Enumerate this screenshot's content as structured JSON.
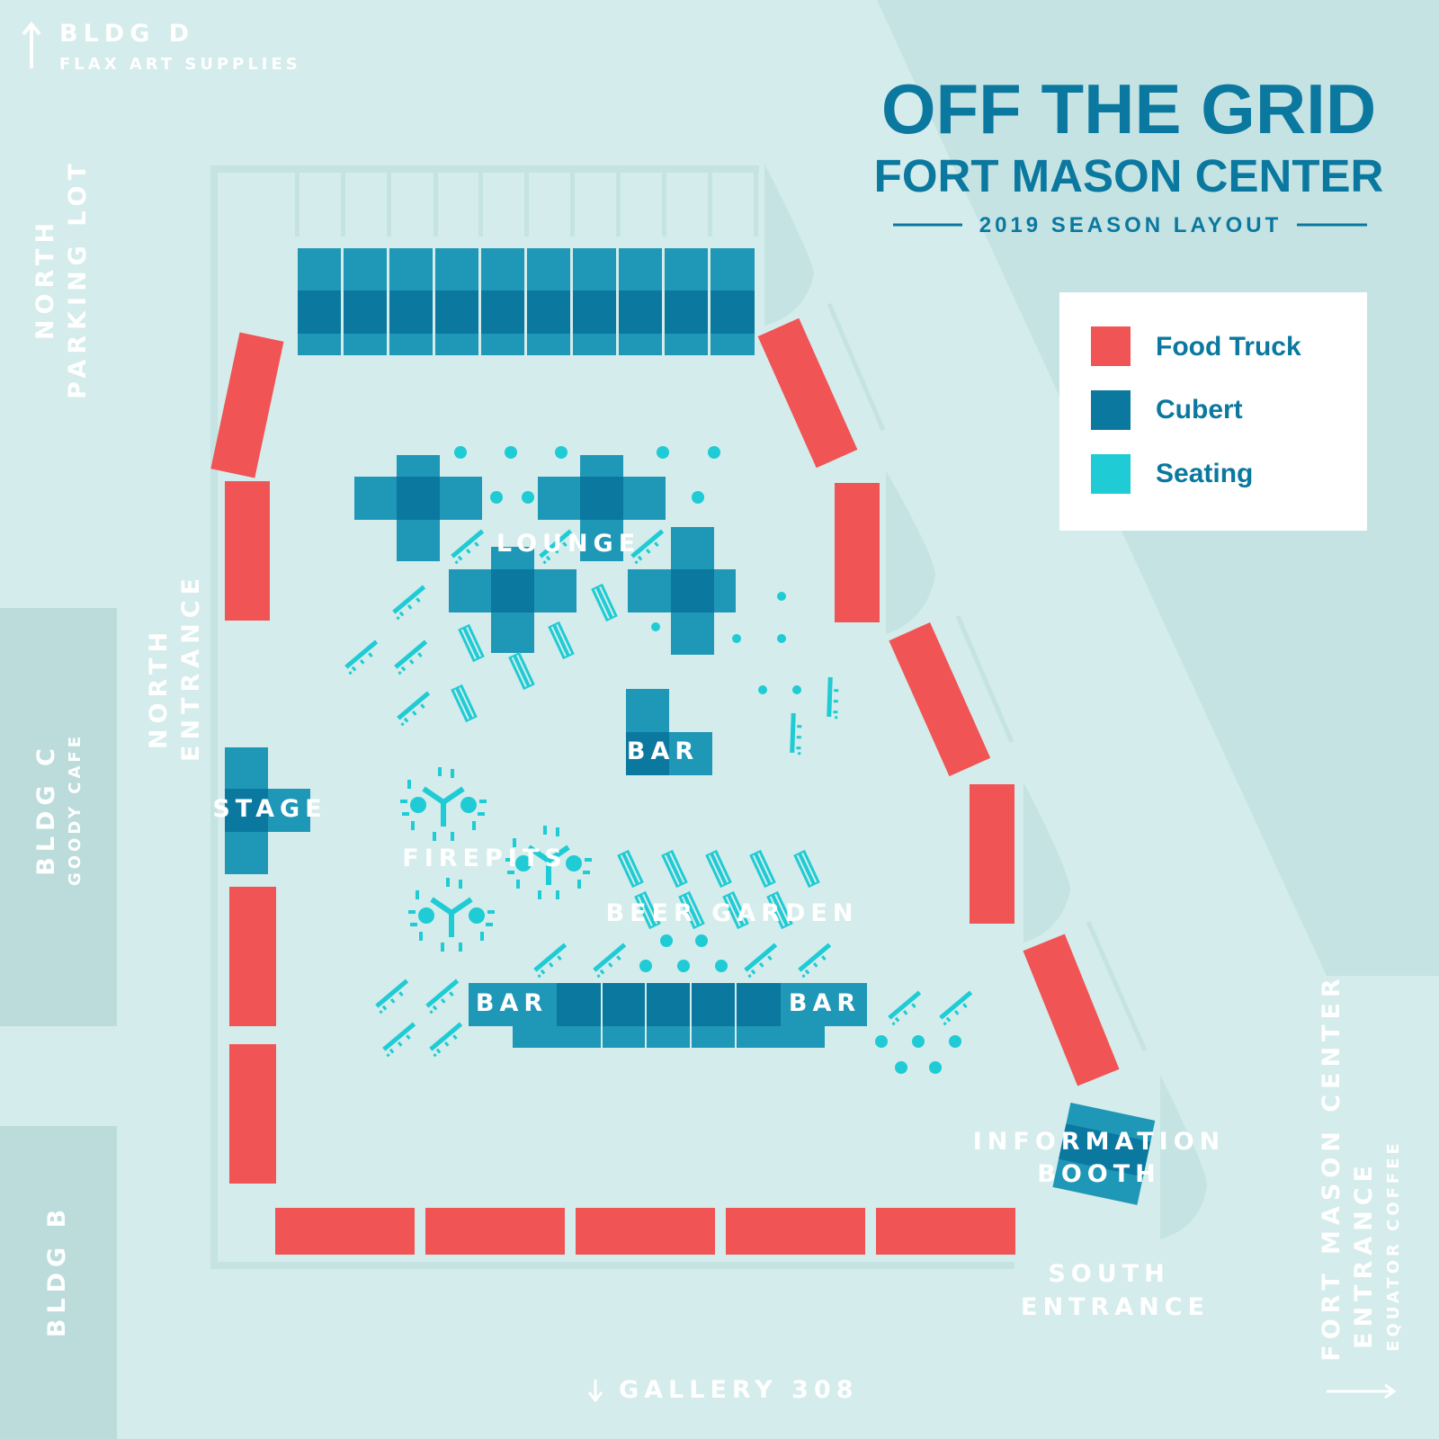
{
  "title": {
    "line1": "OFF THE GRID",
    "line2": "FORT MASON CENTER",
    "line3": "2019 SEASON LAYOUT"
  },
  "legend": [
    {
      "label": "Food Truck",
      "color": "#f05455"
    },
    {
      "label": "Cubert",
      "color": "#0b789f"
    },
    {
      "label": "Seating",
      "color": "#1fcbd4"
    }
  ],
  "surroundings": {
    "bldg_d": "BLDG D",
    "bldg_d_sub": "FLAX ART SUPPLIES",
    "north_parking_1": "NORTH",
    "north_parking_2": "PARKING LOT",
    "north_entrance_1": "NORTH",
    "north_entrance_2": "ENTRANCE",
    "bldg_c": "BLDG C",
    "bldg_c_sub": "GOODY CAFE",
    "bldg_b": "BLDG B",
    "gallery": "GALLERY 308",
    "south_entrance_1": "SOUTH",
    "south_entrance_2": "ENTRANCE",
    "fmc_entrance_1": "FORT MASON CENTER",
    "fmc_entrance_2": "ENTRANCE",
    "fmc_entrance_sub": "EQUATOR COFFEE"
  },
  "areas": {
    "lounge": "LOUNGE",
    "bar_center": "BAR",
    "stage": "STAGE",
    "firepits": "FIREPITS",
    "beer_garden": "BEER GARDEN",
    "bar_left": "BAR",
    "bar_right": "BAR",
    "info_1": "INFORMATION",
    "info_2": "BOOTH"
  },
  "colors": {
    "background": "#d4eceb",
    "building": "#bcdcdc",
    "outline": "#c5e3e3",
    "food_truck": "#f05455",
    "cubert": "#0b789f",
    "seating": "#1fcbd4"
  }
}
